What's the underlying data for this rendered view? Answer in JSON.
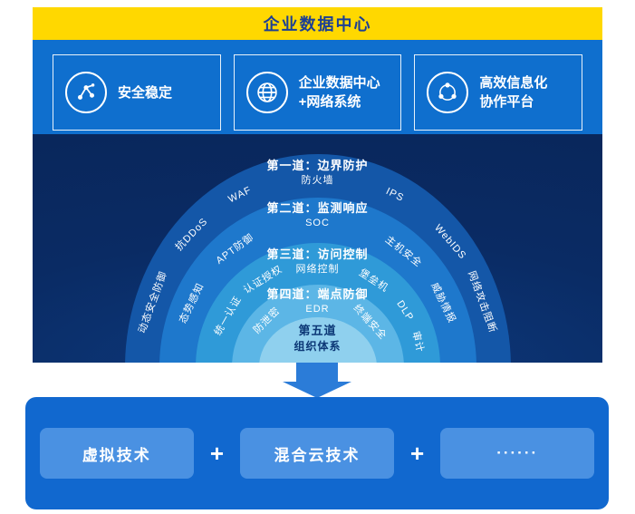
{
  "banner": {
    "title": "企业数据中心"
  },
  "features": [
    {
      "icon": "molecule-icon",
      "line1": "安全稳定",
      "line2": ""
    },
    {
      "icon": "globe-icon",
      "line1": "企业数据中心",
      "line2": "+网络系统"
    },
    {
      "icon": "network-nodes-icon",
      "line1": "高效信息化",
      "line2": "协作平台"
    }
  ],
  "defense": {
    "rings": [
      {
        "title": "第一道：边界防护",
        "subtitle": "防火墙"
      },
      {
        "title": "第二道：监测响应",
        "subtitle": "SOC"
      },
      {
        "title": "第三道：访问控制",
        "subtitle": "网络控制"
      },
      {
        "title": "第四道：端点防御",
        "subtitle": "EDR"
      },
      {
        "title": "第五道",
        "subtitle": "组织体系"
      }
    ],
    "labels": [
      "动态安全防御",
      "抗DDoS",
      "WAF",
      "IPS",
      "WebIDS",
      "网络攻击阻断",
      "态势感知",
      "APT防御",
      "主机安全",
      "威胁情报",
      "统一认证",
      "认证授权",
      "堡垒机",
      "DLP",
      "审计",
      "防泄密",
      "终端安全"
    ]
  },
  "bottom": {
    "items": [
      "虚拟技术",
      "混合云技术",
      "······"
    ],
    "plus": "+"
  },
  "colors": {
    "yellow": "#ffd800",
    "banner_text": "#1c3f94",
    "panel_blue": "#0f6fce",
    "dark_navy": "#0a2b64",
    "ring1": "#1457a8",
    "ring2": "#1e78cc",
    "ring3": "#2f9ad8",
    "ring4": "#5cb6e6",
    "ring5": "#8fd0ee",
    "center_text": "#0c3876",
    "bottom_panel": "#1168cf",
    "inner_box": "#4a91e2",
    "connector": "#2b7cd8"
  }
}
